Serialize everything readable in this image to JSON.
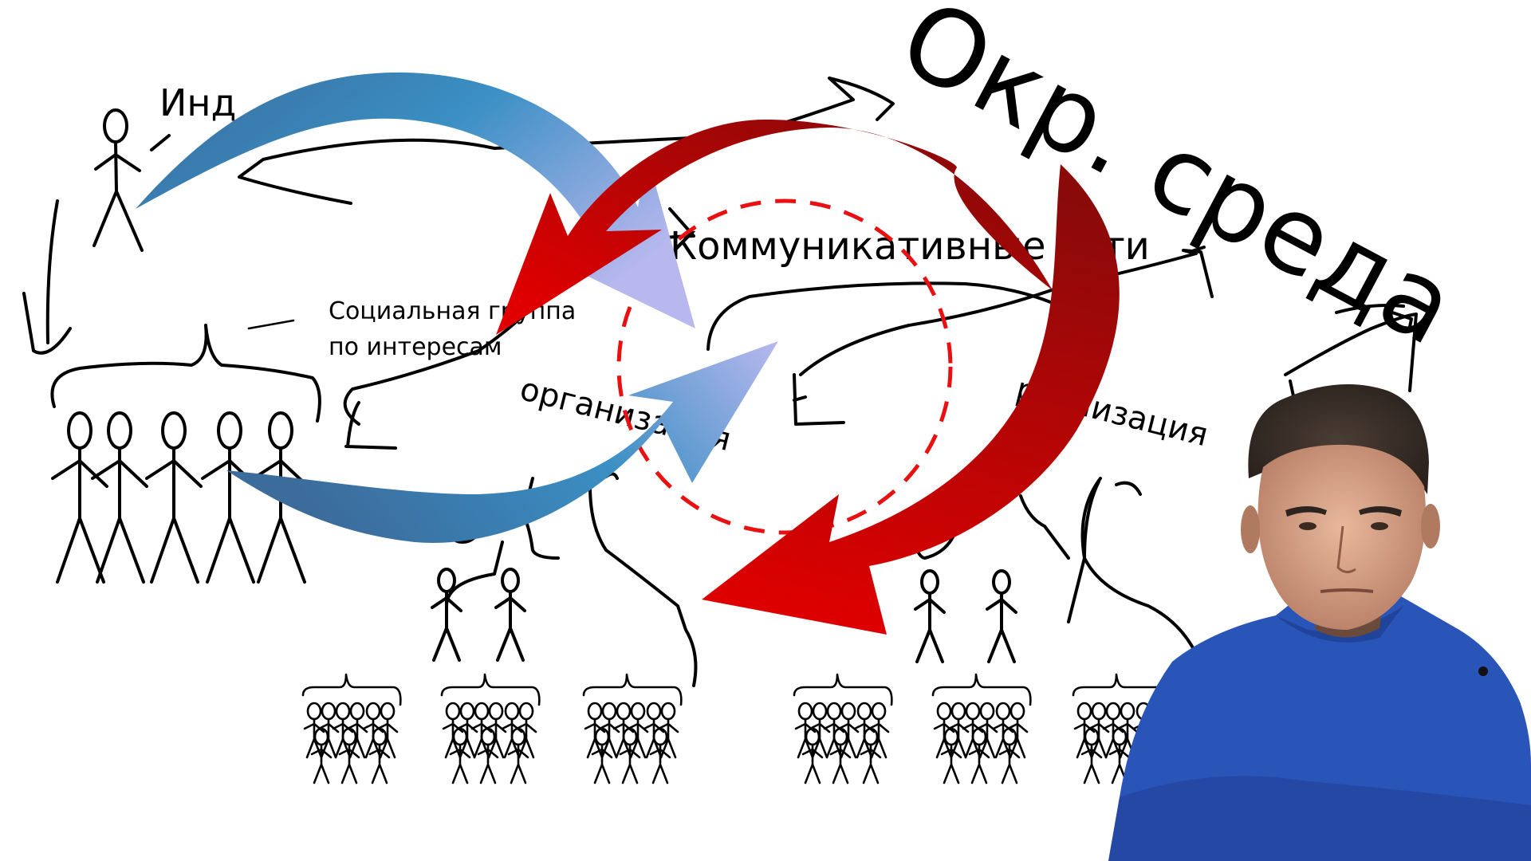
{
  "labels": {
    "individual": "Инд",
    "social_group_line1": "Социальная группа",
    "social_group_line2": "по интересам",
    "comm_networks": "Коммуникативные сети",
    "organization_left": "организация",
    "organization_right": "рганизация",
    "environment": "Окр. среда"
  },
  "colors": {
    "blue_arrow_start": "#3b6c9c",
    "blue_arrow_mid": "#3a8fc4",
    "blue_arrow_end": "#b8b8ee",
    "red_arrow_start": "#7a0a0a",
    "red_arrow_end": "#e00000",
    "dashed_circle": "#e81010",
    "sweater": "#2a55b8"
  },
  "icons": [
    "stick-figure-icon",
    "person-photo"
  ]
}
